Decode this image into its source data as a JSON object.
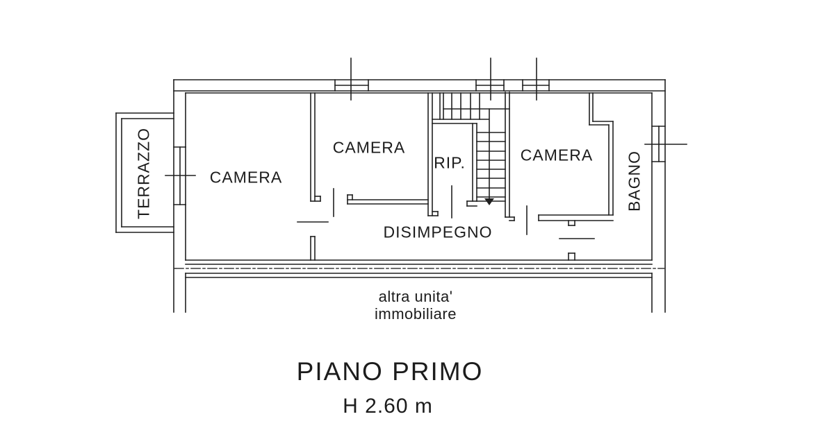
{
  "page": {
    "background": "#ffffff",
    "line_color": "#1f1f1f"
  },
  "floor_plan": {
    "rooms": {
      "terrazzo": {
        "label": "TERRAZZO"
      },
      "camera_left": {
        "label": "CAMERA"
      },
      "camera_middle": {
        "label": "CAMERA"
      },
      "ripostiglio": {
        "label": "RIP."
      },
      "camera_right": {
        "label": "CAMERA"
      },
      "bagno": {
        "label": "BAGNO"
      },
      "disimpegno": {
        "label": "DISIMPEGNO"
      }
    },
    "other_unit": {
      "line1": "altra unita'",
      "line2": "immobiliare"
    },
    "caption": {
      "title": "PIANO PRIMO",
      "height": "H 2.60 m"
    }
  }
}
